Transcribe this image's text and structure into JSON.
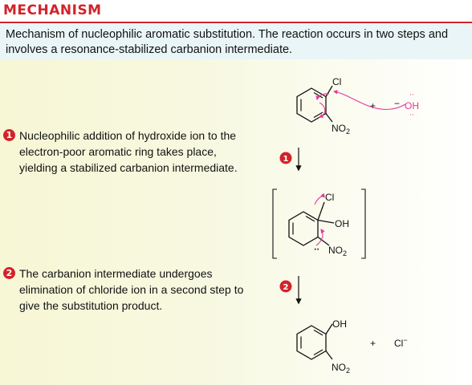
{
  "header": {
    "title": "MECHANISM"
  },
  "intro": {
    "text": "Mechanism of nucleophilic aromatic substitution. The reaction occurs in two steps and involves a resonance-stabilized carbanion intermediate."
  },
  "steps": [
    {
      "number": "1",
      "text": "Nucleophilic addition of hydroxide ion to the electron-poor aromatic ring takes place, yielding a stabilized carbanion intermediate."
    },
    {
      "number": "2",
      "text": "The carbanion intermediate undergoes elimination of chloride ion in a second step to give the substitution product."
    }
  ],
  "scheme": {
    "reactant": {
      "cl": "Cl",
      "no2_main": "NO",
      "no2_sub": "2",
      "plus": "+",
      "oh_charge": "−",
      "oh": "OH"
    },
    "arrow1_number": "1",
    "intermediate": {
      "cl": "Cl",
      "oh": "OH",
      "lone_pair": "··",
      "no2_main": "NO",
      "no2_sub": "2"
    },
    "arrow2_number": "2",
    "product": {
      "oh": "OH",
      "no2_main": "NO",
      "no2_sub": "2",
      "plus": "+",
      "cl": "Cl",
      "cl_charge": "−"
    }
  },
  "colors": {
    "accent": "#d2232a",
    "arrow_magenta": "#e0399a"
  }
}
